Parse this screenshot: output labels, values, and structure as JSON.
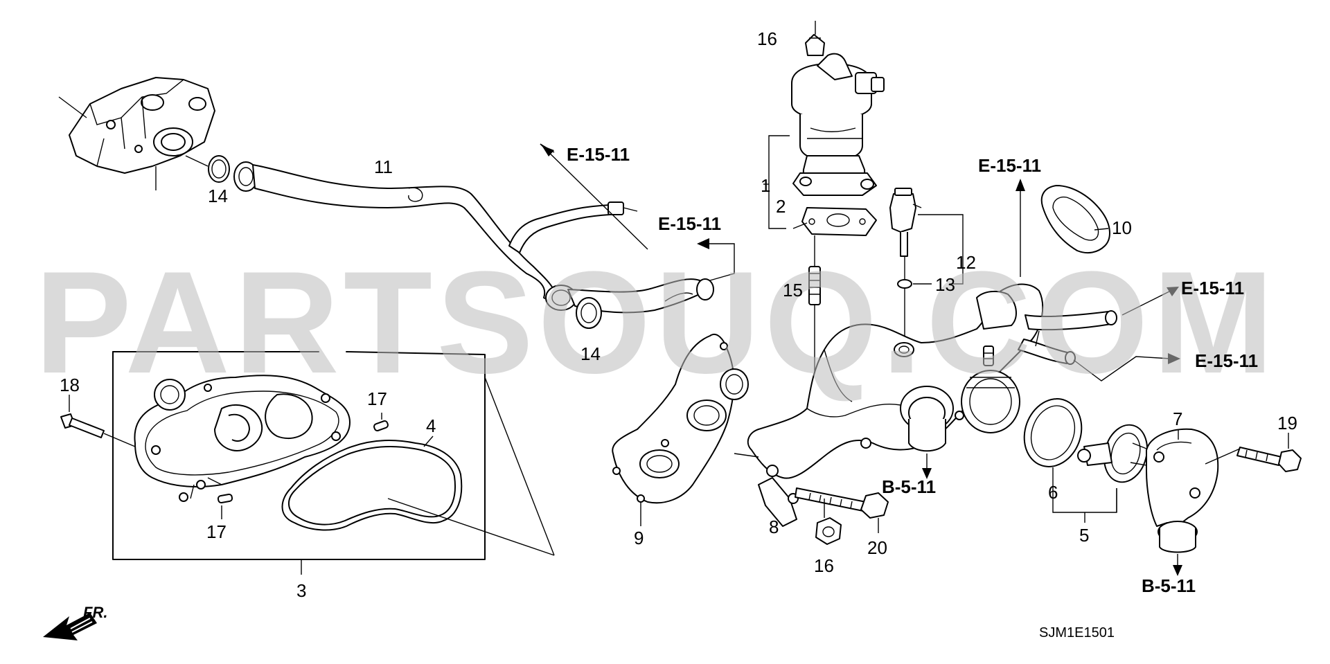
{
  "watermark": "PARTSOUQ.COM",
  "diagram_code": "SJM1E1501",
  "front_label": "FR.",
  "callouts": {
    "c1": "1",
    "c2": "2",
    "c3": "3",
    "c4": "4",
    "c5": "5",
    "c6": "6",
    "c7": "7",
    "c8": "8",
    "c9": "9",
    "c10": "10",
    "c11": "11",
    "c12": "12",
    "c13": "13",
    "c14a": "14",
    "c14b": "14",
    "c15": "15",
    "c16a": "16",
    "c16b": "16",
    "c17a": "17",
    "c17b": "17",
    "c18": "18",
    "c19": "19",
    "c20": "20"
  },
  "references": {
    "e1": "E-15-11",
    "e2": "E-15-11",
    "e3": "E-15-11",
    "e4": "E-15-11",
    "e5": "E-15-11",
    "b1": "B-5-11",
    "b2": "B-5-11"
  }
}
